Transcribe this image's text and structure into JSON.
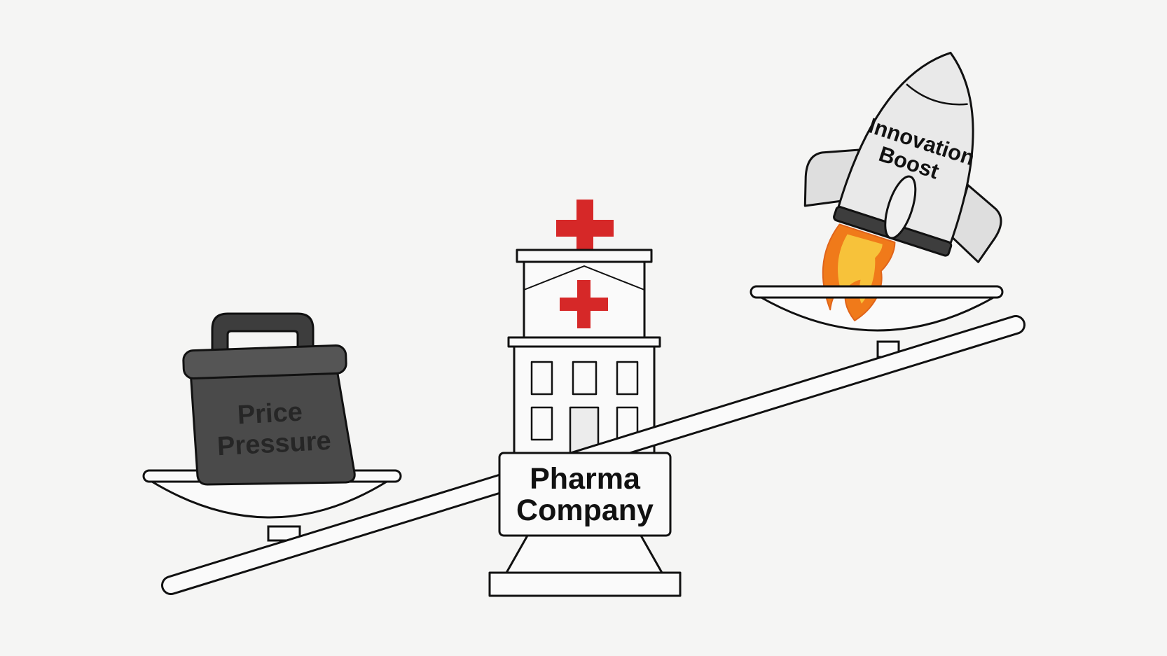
{
  "diagram": {
    "weight": {
      "label_line1": "Price",
      "label_line2": "Pressure"
    },
    "fulcrum": {
      "label_line1": "Pharma",
      "label_line2": "Company"
    },
    "rocket": {
      "label_line1": "Innovation",
      "label_line2": "Boost"
    },
    "colors": {
      "background": "#f5f5f4",
      "outline": "#111111",
      "weight_fill": "#4a4a4a",
      "cross_red": "#d62828",
      "flame_outer": "#f07a1a",
      "flame_inner": "#f7c23a",
      "rocket_fill": "#e6e6e6"
    }
  }
}
